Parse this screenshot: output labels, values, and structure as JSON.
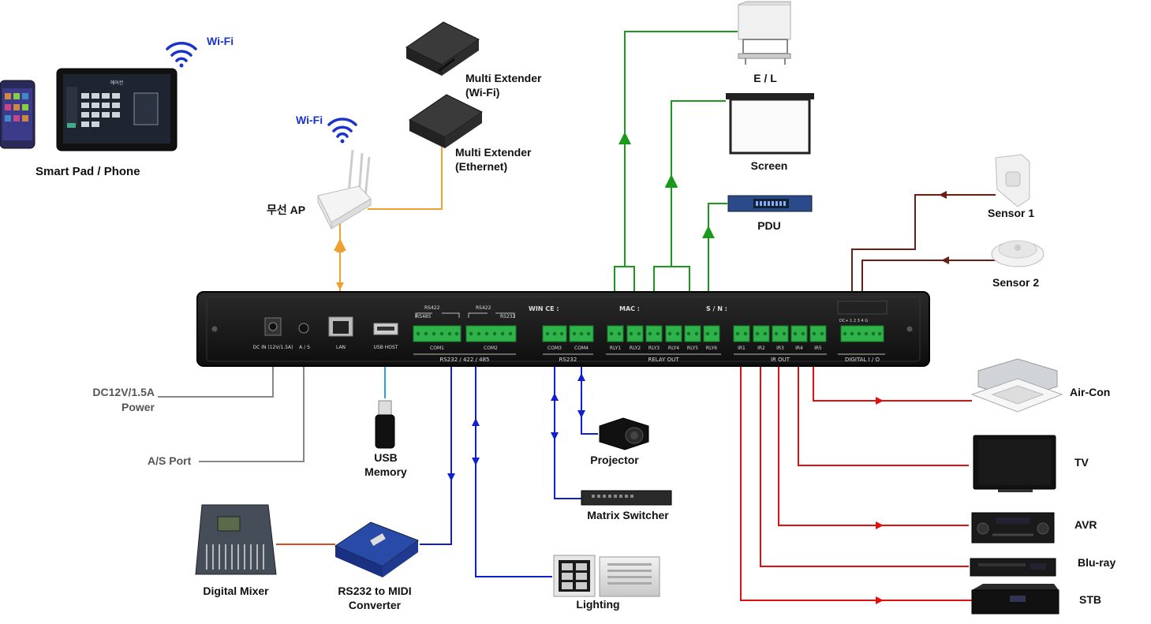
{
  "wifi_labels": [
    "Wi-Fi",
    "Wi-Fi"
  ],
  "smart_pad": {
    "label": "Smart Pad / Phone",
    "screen_title": "에어컨"
  },
  "access_point": {
    "label": "무선 AP"
  },
  "multi_extender_wifi": {
    "line1": "Multi Extender",
    "line2": "(Wi-Fi)"
  },
  "multi_extender_eth": {
    "line1": "Multi Extender",
    "line2": "(Ethernet)"
  },
  "el": {
    "label": "E / L"
  },
  "screen": {
    "label": "Screen"
  },
  "pdu": {
    "label": "PDU"
  },
  "sensor1": {
    "label": "Sensor 1"
  },
  "sensor2": {
    "label": "Sensor 2"
  },
  "aircon": {
    "label": "Air-Con"
  },
  "tv": {
    "label": "TV"
  },
  "avr": {
    "label": "AVR"
  },
  "bluray": {
    "label": "Blu-ray"
  },
  "stb": {
    "label": "STB"
  },
  "power": {
    "line1": "DC12V/1.5A",
    "line2": "Power"
  },
  "as_port": {
    "label": "A/S Port"
  },
  "usb": {
    "line1": "USB",
    "line2": "Memory"
  },
  "projector": {
    "label": "Projector"
  },
  "matrix": {
    "label": "Matrix Switcher"
  },
  "lighting": {
    "label": "Lighting"
  },
  "mixer": {
    "label": "Digital Mixer"
  },
  "midi": {
    "line1": "RS232 to MIDI",
    "line2": "Converter"
  },
  "panel": {
    "dc_in": "DC IN (12V/1.5A)",
    "as": "A / S",
    "lan": "LAN",
    "usb_host": "USB HOST",
    "rs422": "RS422",
    "rs485": "RS485",
    "rs232_small": "RS232",
    "com1": "COM1",
    "com2": "COM2",
    "com3": "COM3",
    "com4": "COM4",
    "rs_group": "RS232 / 422 / 485",
    "rs232_group": "RS232",
    "win_ce": "WIN CE :",
    "mac": "MAC :",
    "sn": "S / N :",
    "relay_group": "RELAY OUT",
    "relays": [
      "RLY1",
      "RLY2",
      "RLY3",
      "RLY4",
      "RLY5",
      "RLY6"
    ],
    "ir_group": "IR OUT",
    "irs": [
      "IR1",
      "IR2",
      "IR3",
      "IR4",
      "IR5"
    ],
    "digital_group": "DIGITAL I / O",
    "digital_pins": "DC+  1  2  3  4  G"
  },
  "colors": {
    "green": "#1a9a1a",
    "orange": "#f0a030",
    "blue": "#1020d0",
    "red": "#e01010",
    "brown": "#6b1e14",
    "gray": "#888888",
    "panel": "#1a1a1a",
    "terminal": "#2db34a",
    "wifi": "#1a33cc"
  }
}
